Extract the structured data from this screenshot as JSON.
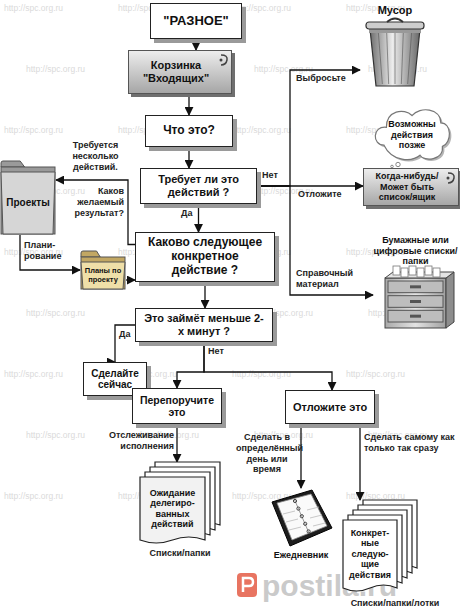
{
  "diagram": {
    "nodes": [
      {
        "text": [
          "\"РАЗНОЕ\""
        ]
      },
      {
        "text": [
          "Корзинка \"Входящих\""
        ]
      },
      {
        "text": [
          "Мусор"
        ]
      },
      {
        "text": [
          "Что это?"
        ]
      },
      {
        "text": [
          "Требует ли это действий ?"
        ]
      },
      {
        "text": [
          "Проекты"
        ]
      },
      {
        "text": [
          "Возможны действия позже"
        ]
      },
      {
        "text": [
          "Когда-нибудь/ Может быть список/ящик"
        ]
      },
      {
        "text": [
          "Планы по проекту"
        ]
      },
      {
        "text": [
          "Каково следующее конкретное действие ?"
        ]
      },
      {
        "text": [
          "Бумажные или цифровые списки/папки"
        ]
      },
      {
        "text": [
          "Это займёт меньше 2-х минут ?"
        ]
      },
      {
        "text": [
          "Сделайте сейчас"
        ]
      },
      {
        "text": [
          "Перепоручите это"
        ]
      },
      {
        "text": [
          "Отложите это"
        ]
      },
      {
        "text": [
          "Ожидание делегиро- ванных действий"
        ]
      },
      {
        "text": [
          "Ежедневник"
        ]
      },
      {
        "text": [
          "Конкрет- ные следую- щие действия"
        ]
      }
    ],
    "edges": [
      {
        "from": 0,
        "to": 1,
        "arrow": "to"
      },
      {
        "from": 1,
        "to": 3,
        "arrow": "to"
      },
      {
        "from": 3,
        "to": 4,
        "arrow": "to"
      },
      {
        "from": 4,
        "to": 2,
        "arrow": "to",
        "label": "Выбросьте"
      },
      {
        "from": 4,
        "to": 7,
        "arrow": "to",
        "label": "Отложите"
      },
      {
        "from": 4,
        "to": 10,
        "arrow": "to",
        "label": "Справочный материал"
      },
      {
        "from": 4,
        "to": 9,
        "arrow": "to",
        "label": "Да"
      },
      {
        "from": 9,
        "to": 5,
        "arrow": "to",
        "label": "Каков желаемый результат?"
      },
      {
        "from": 5,
        "to": 8,
        "arrow": "to",
        "label": "Плани- рование"
      },
      {
        "from": 8,
        "to": 9,
        "arrow": "to"
      },
      {
        "from": 9,
        "to": 11,
        "arrow": "to"
      },
      {
        "from": 11,
        "to": 12,
        "arrow": "to",
        "label": "Да"
      },
      {
        "from": 11,
        "to": 13,
        "arrow": "to"
      },
      {
        "from": 11,
        "to": 14,
        "arrow": "to"
      },
      {
        "from": 13,
        "to": 15,
        "arrow": "to",
        "label": "Отслеживание исполнения"
      },
      {
        "from": 14,
        "to": 16,
        "arrow": "to",
        "label": "Сделать в определённый день или время"
      },
      {
        "from": 14,
        "to": 17,
        "arrow": "to",
        "label": "Сделать самому как только так сразу"
      }
    ],
    "labels": [
      "Нет",
      "Нет",
      "Требуется несколько действий.",
      "Списки/папки",
      "Списки/папки/лотки",
      "postila.ru",
      "http://spc.org.ru",
      "http://spc.org.ru",
      "http://spc.org.ru",
      "http://spc.org.ru",
      "http://spc.org.ru",
      "http://spc.org.ru",
      "http://spc.org.ru",
      "http://spc.org.ru",
      "http://spc.org.ru",
      "http://spc.org.ru",
      "http://spc.org.ru",
      "http://spc.org.ru",
      "http://spc.org.ru",
      "http://spc.org.ru",
      "http://spc.org.ru",
      "http://spc.org.ru",
      "http://spc.org.ru",
      "http://spc.org.ru",
      "http://spc.org.ru",
      "http://spc.org.ru",
      "http://spc.org.ru",
      "http://spc.org.ru",
      "http://spc.org.ru",
      "http://spc.org.ru",
      "http://spc.org.ru",
      "http://spc.org.ru",
      "http://spc.org.ru",
      "http://spc.org.ru",
      "http://spc.org.ru",
      "http://spc.org.ru",
      "http://spc.org.ru",
      "http://spc.org.ru",
      "http://spc.org.ru",
      "http://spc.org.ru",
      "http://spc.org.ru",
      "http://spc.org.ru"
    ]
  }
}
